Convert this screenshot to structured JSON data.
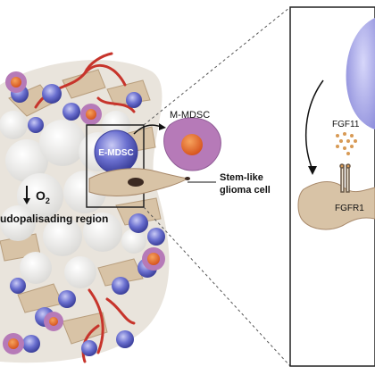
{
  "labels": {
    "m_mdsc": "M-MDSC",
    "e_mdsc": "E-MDSC",
    "o2": "O",
    "o2_sub": "2",
    "region": "udopalisading region",
    "stem_like_1": "Stem-like",
    "stem_like_2": "glioma cell",
    "fgf11": "FGF11",
    "fgfr1": "FGFR1"
  },
  "colors": {
    "mdsc_blue": "#5a5fbf",
    "mdsc_purple": "#b67ab8",
    "mdsc_core": "#e8632a",
    "vessel_red": "#c7342b",
    "glioma_tan": "#d8c3a6",
    "necrotic_white": "#f1f0ee",
    "inset_blue": "#a8a8e6"
  }
}
